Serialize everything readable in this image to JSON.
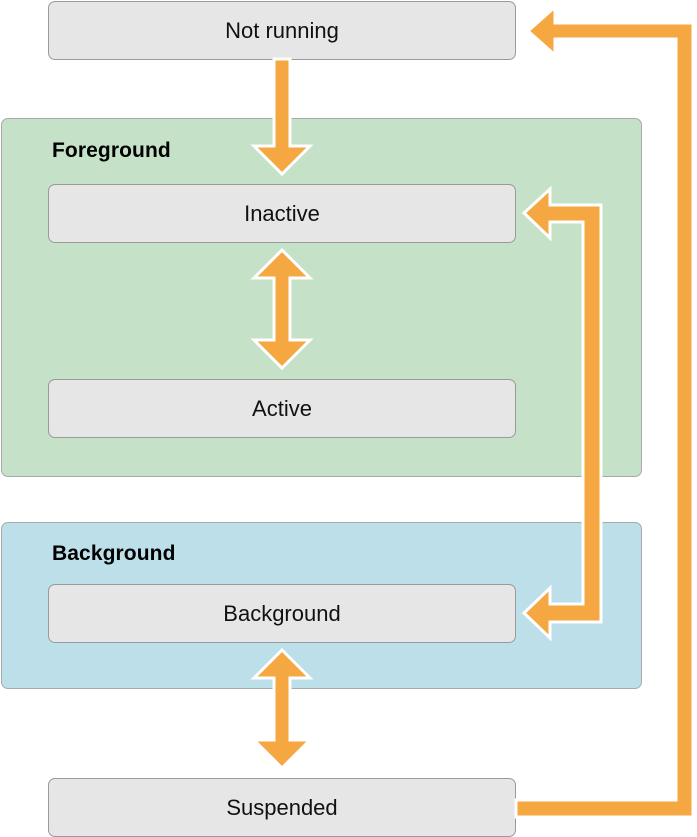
{
  "regions": {
    "foreground": {
      "title": "Foreground"
    },
    "background": {
      "title": "Background"
    }
  },
  "states": {
    "not_running": "Not running",
    "inactive": "Inactive",
    "active": "Active",
    "background": "Background",
    "suspended": "Suspended"
  },
  "colors": {
    "arrow": "#f5a742",
    "foreground_fill": "#c5e2c8",
    "background_fill": "#bcdfe9",
    "state_fill": "#e6e6e6"
  }
}
